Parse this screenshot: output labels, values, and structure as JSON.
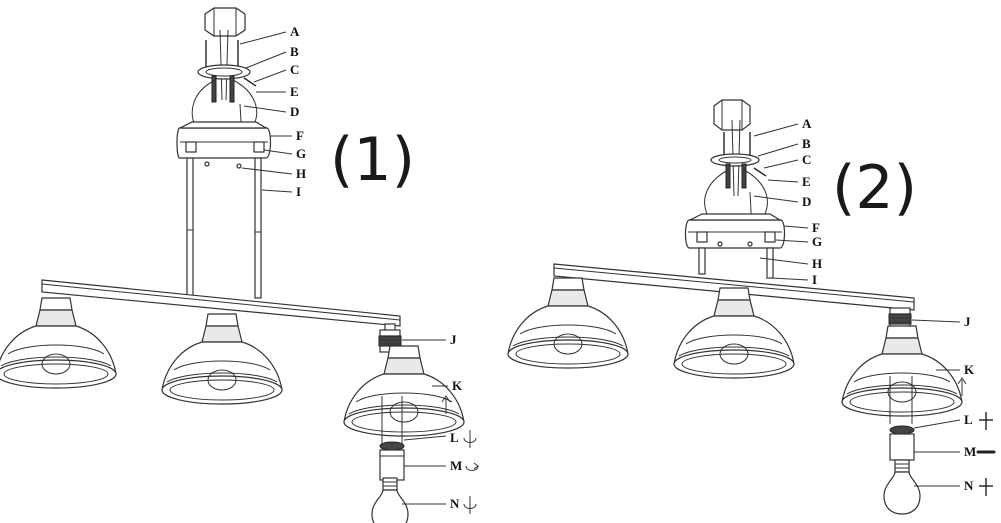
{
  "panels": [
    {
      "number": "(1)",
      "labels": [
        "A",
        "B",
        "C",
        "E",
        "D",
        "F",
        "G",
        "H",
        "I",
        "J",
        "K",
        "L",
        "M",
        "N"
      ]
    },
    {
      "number": "(2)",
      "labels": [
        "A",
        "B",
        "C",
        "E",
        "D",
        "F",
        "G",
        "H",
        "I",
        "J",
        "K",
        "L",
        "M",
        "N"
      ]
    }
  ],
  "icons": {
    "panel1": {
      "K": "arrow-up-icon",
      "L": "rotate-icon",
      "M": "rotate-icon",
      "N": "rotate-icon"
    },
    "panel2": {
      "K": "arrow-up-icon",
      "L": "plus-icon",
      "M": "dash-icon",
      "N": "plus-icon"
    }
  },
  "colors": {
    "line": "#333333",
    "background": "#ffffff"
  }
}
